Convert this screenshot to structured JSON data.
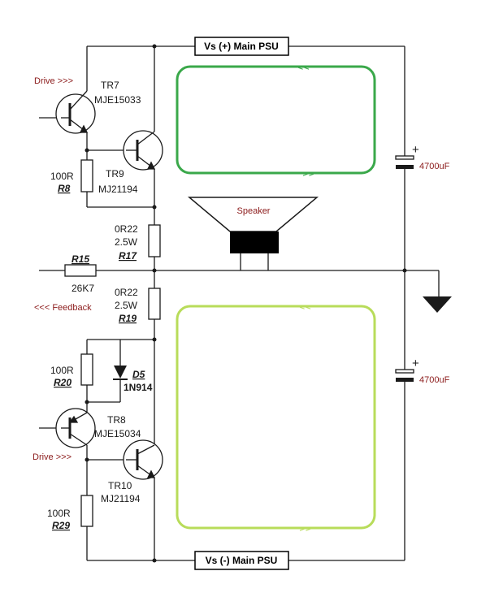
{
  "psu": {
    "top": "Vs (+) Main PSU",
    "bottom": "Vs (-) Main PSU"
  },
  "transistors": {
    "tr7": {
      "name": "TR7",
      "part": "MJE15033"
    },
    "tr9": {
      "name": "TR9",
      "part": "MJ21194"
    },
    "tr8": {
      "name": "TR8",
      "part": "MJE15034"
    },
    "tr10": {
      "name": "TR10",
      "part": "MJ21194"
    }
  },
  "resistors": {
    "r8": {
      "value": "100R",
      "ref": "R8"
    },
    "r17": {
      "value": "0R22",
      "power": "2.5W",
      "ref": "R17"
    },
    "r15": {
      "ref": "R15",
      "value": "26K7"
    },
    "r19": {
      "value": "0R22",
      "power": "2.5W",
      "ref": "R19"
    },
    "r20": {
      "value": "100R",
      "ref": "R20"
    },
    "r29": {
      "value": "100R",
      "ref": "R29"
    }
  },
  "diode": {
    "ref": "D5",
    "part": "1N914"
  },
  "capacitors": {
    "top": "4700uF",
    "bottom": "4700uF",
    "plus": "+"
  },
  "signals": {
    "drive_top": "Drive >>>",
    "drive_bottom": "Drive >>>",
    "feedback": "<<< Feedback"
  },
  "speaker": "Speaker",
  "loop_arrows": {
    "left": "<<",
    "right": ">>"
  },
  "colors": {
    "loop_top": "#3aa84a",
    "loop_bottom": "#b8dc5a",
    "wire": "#1a1a1a",
    "label_red": "#8b1a1a"
  }
}
